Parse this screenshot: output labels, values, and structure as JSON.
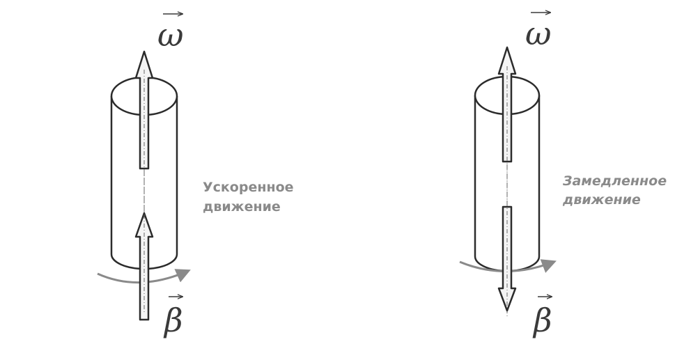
{
  "panels": [
    {
      "omega_symbol": "ω",
      "beta_symbol": "β",
      "caption_line1": "Ускоренное",
      "caption_line2": "движение"
    },
    {
      "omega_symbol": "ω",
      "beta_symbol": "β",
      "caption_line1": "Замедленное",
      "caption_line2": "движение"
    }
  ],
  "colors": {
    "outline": "#2b2b2b",
    "arrow_fill": "#f4f4f4",
    "rotation_arrow": "#8a8a8a",
    "caption": "#8a8a8a",
    "symbol": "#3a3a3a"
  }
}
